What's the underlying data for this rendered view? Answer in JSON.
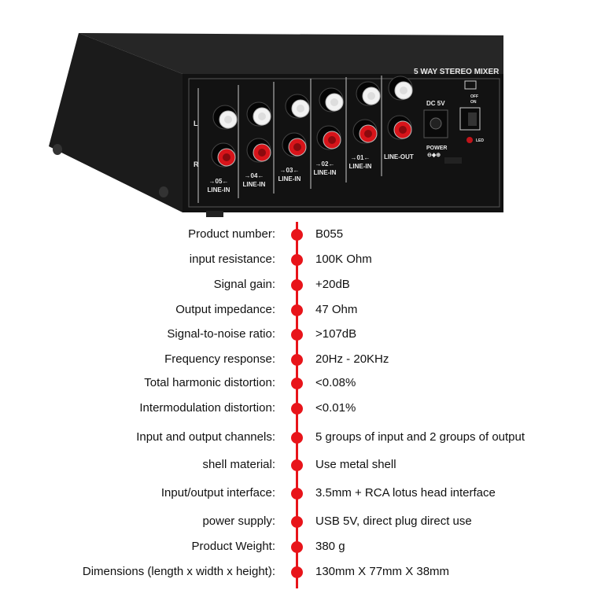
{
  "device": {
    "title": "5 WAY STEREO MIXER",
    "channel_left": "L",
    "channel_right": "R",
    "inputs": [
      {
        "number": "→05←",
        "label": "LINE-IN"
      },
      {
        "number": "→04←",
        "label": "LINE-IN"
      },
      {
        "number": "→03←",
        "label": "LINE-IN"
      },
      {
        "number": "→02←",
        "label": "LINE-IN"
      },
      {
        "number": "→01←",
        "label": "LINE-IN"
      }
    ],
    "output_label": "LINE-OUT",
    "dc_label": "DC 5V",
    "power_label": "POWER",
    "polarity": "⊖◆⊕",
    "switch_off": "OFF",
    "switch_on": "ON",
    "led_label": "LED",
    "colors": {
      "body": "#161616",
      "jack_left": "#f2f2f2",
      "jack_right": "#d8141a",
      "led": "#c0141a"
    }
  },
  "specs": [
    {
      "label": "Product number:",
      "value": "B055"
    },
    {
      "label": "input resistance:",
      "value": "100K Ohm"
    },
    {
      "label": "Signal gain:",
      "value": " +20dB"
    },
    {
      "label": "Output impedance:",
      "value": "47 Ohm"
    },
    {
      "label": "Signal-to-noise ratio:",
      "value": ">107dB"
    },
    {
      "label": "Frequency response:",
      "value": "20Hz - 20KHz"
    },
    {
      "label": "Total harmonic distortion:",
      "value": "<0.08%"
    },
    {
      "label": "Intermodulation distortion:",
      "value": "<0.01%"
    },
    {
      "label": "Input and output channels:",
      "value": "5 groups of input and 2 groups of output"
    },
    {
      "label": "shell material:",
      "value": "Use metal shell"
    },
    {
      "label": "Input/output interface:",
      "value": "3.5mm + RCA lotus head interface"
    },
    {
      "label": "power supply:",
      "value": "USB 5V, direct plug direct use"
    },
    {
      "label": "Product Weight:",
      "value": "380 g"
    },
    {
      "label": "Dimensions (length x width x height):",
      "value": "130mm X 77mm X 38mm"
    }
  ],
  "accent_color": "#e8141a"
}
